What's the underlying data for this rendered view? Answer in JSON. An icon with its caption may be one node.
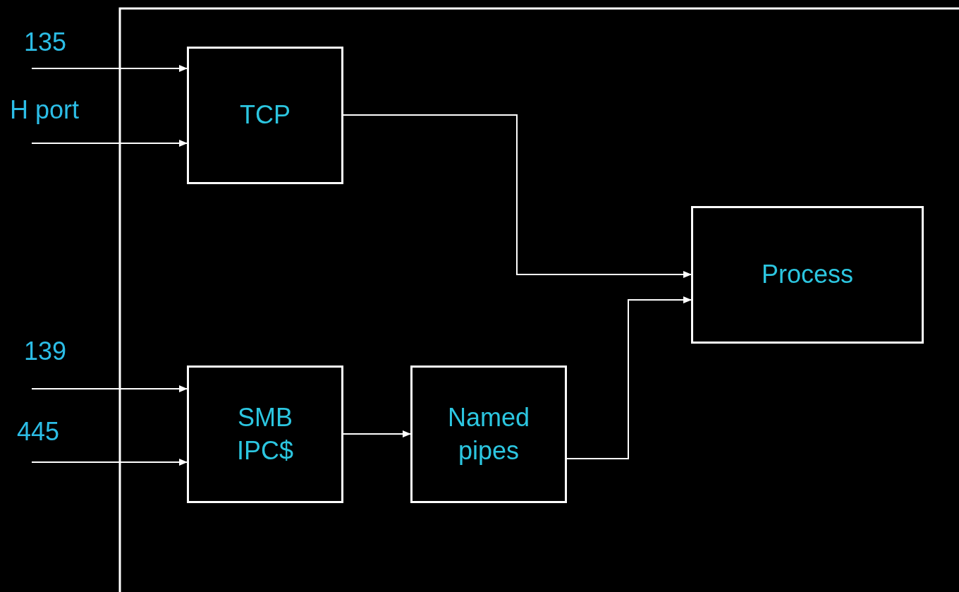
{
  "diagram": {
    "nodes": [
      {
        "text": [
          "TCP"
        ]
      },
      {
        "text": [
          "SMB IPC$"
        ]
      },
      {
        "text": [
          "Named pipes"
        ]
      },
      {
        "text": [
          "Process"
        ]
      }
    ],
    "edges": [
      {
        "from": null,
        "to": 0,
        "arrow": "to",
        "label": "135"
      },
      {
        "from": null,
        "to": 0,
        "arrow": "to",
        "label": "H port"
      },
      {
        "from": null,
        "to": 1,
        "arrow": "to",
        "label": "139"
      },
      {
        "from": null,
        "to": 1,
        "arrow": "to",
        "label": "445"
      },
      {
        "from": 0,
        "to": 3,
        "arrow": "to"
      },
      {
        "from": 1,
        "to": 2,
        "arrow": "to"
      },
      {
        "from": 2,
        "to": 3,
        "arrow": "to"
      }
    ]
  }
}
